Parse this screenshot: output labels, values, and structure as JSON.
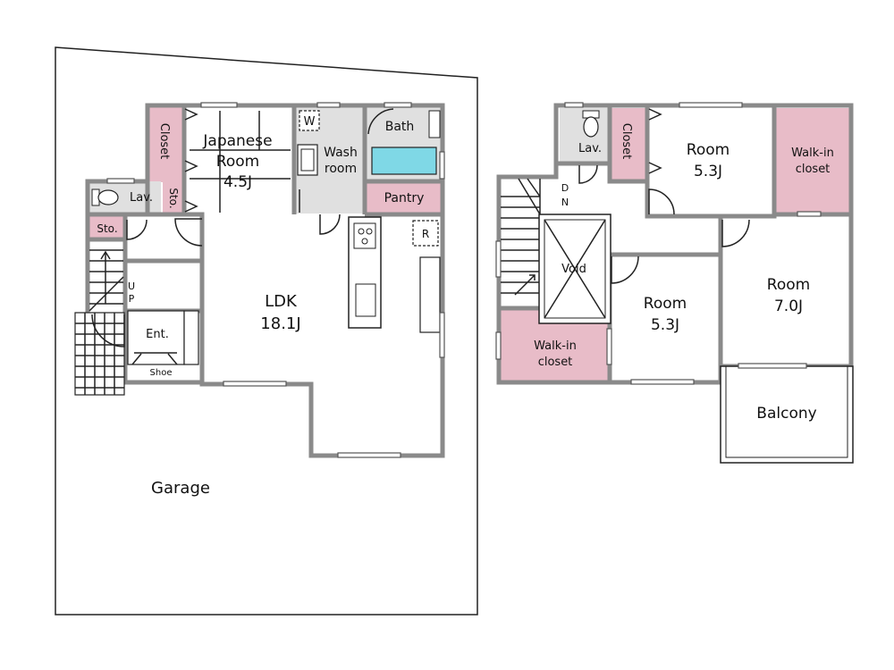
{
  "floor1": {
    "garage": "Garage",
    "japanese_room": {
      "name": "Japanese",
      "name2": "Room",
      "size": "4.5J"
    },
    "closet": "Closet",
    "storage": "Sto.",
    "lavatory": "Lav.",
    "storage2": "Sto.",
    "wash_room": {
      "line1": "Wash",
      "line2": "room"
    },
    "washer": "W",
    "bath": "Bath",
    "pantry": "Pantry",
    "fridge": "R",
    "ldk": {
      "name": "LDK",
      "size": "18.1J"
    },
    "entrance": "Ent.",
    "shoe": "Shoe",
    "stairs_up": {
      "u": "U",
      "p": "P"
    }
  },
  "floor2": {
    "lavatory": "Lav.",
    "closet": "Closet",
    "room_a": {
      "name": "Room",
      "size": "5.3J"
    },
    "walkin_a": {
      "line1": "Walk-in",
      "line2": "closet"
    },
    "stairs_down": {
      "d": "D",
      "n": "N"
    },
    "void": "Void",
    "room_b": {
      "name": "Room",
      "size": "5.3J"
    },
    "room_c": {
      "name": "Room",
      "size": "7.0J"
    },
    "walkin_b": {
      "line1": "Walk-in",
      "line2": "closet"
    },
    "balcony": "Balcony"
  },
  "colors": {
    "wall": "#8a8a8a",
    "closet_fill": "#e8bcc8",
    "wet_area_fill": "#e0e0e0",
    "bathtub": "#7fd8e6"
  }
}
